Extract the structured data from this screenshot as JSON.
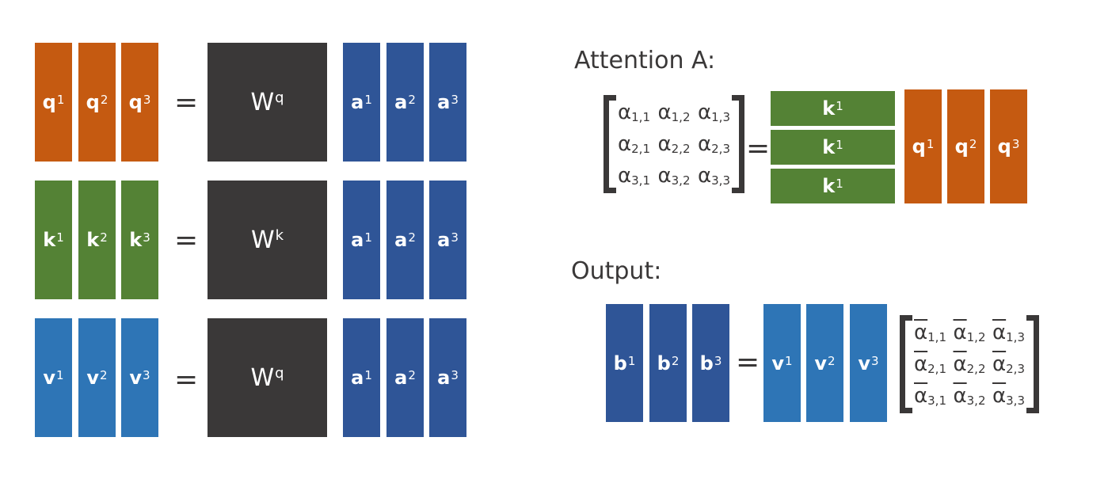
{
  "left_panel": {
    "rows": [
      {
        "outputs": [
          {
            "base": "q",
            "sup": "1"
          },
          {
            "base": "q",
            "sup": "2"
          },
          {
            "base": "q",
            "sup": "3"
          }
        ],
        "equals": "=",
        "weight": {
          "base": "W",
          "sup": "q"
        },
        "inputs": [
          {
            "base": "a",
            "sup": "1"
          },
          {
            "base": "a",
            "sup": "2"
          },
          {
            "base": "a",
            "sup": "3"
          }
        ]
      },
      {
        "outputs": [
          {
            "base": "k",
            "sup": "1"
          },
          {
            "base": "k",
            "sup": "2"
          },
          {
            "base": "k",
            "sup": "3"
          }
        ],
        "equals": "=",
        "weight": {
          "base": "W",
          "sup": "k"
        },
        "inputs": [
          {
            "base": "a",
            "sup": "1"
          },
          {
            "base": "a",
            "sup": "2"
          },
          {
            "base": "a",
            "sup": "3"
          }
        ]
      },
      {
        "outputs": [
          {
            "base": "v",
            "sup": "1"
          },
          {
            "base": "v",
            "sup": "2"
          },
          {
            "base": "v",
            "sup": "3"
          }
        ],
        "equals": "=",
        "weight": {
          "base": "W",
          "sup": "q"
        },
        "inputs": [
          {
            "base": "a",
            "sup": "1"
          },
          {
            "base": "a",
            "sup": "2"
          },
          {
            "base": "a",
            "sup": "3"
          }
        ]
      }
    ]
  },
  "attention": {
    "heading": "Attention A:",
    "matrix": [
      [
        {
          "base": "α",
          "sub": "1,1"
        },
        {
          "base": "α",
          "sub": "1,2"
        },
        {
          "base": "α",
          "sub": "1,3"
        }
      ],
      [
        {
          "base": "α",
          "sub": "2,1"
        },
        {
          "base": "α",
          "sub": "2,2"
        },
        {
          "base": "α",
          "sub": "2,3"
        }
      ],
      [
        {
          "base": "α",
          "sub": "3,1"
        },
        {
          "base": "α",
          "sub": "3,2"
        },
        {
          "base": "α",
          "sub": "3,3"
        }
      ]
    ],
    "equals": "=",
    "keys": [
      {
        "base": "k",
        "sup": "1"
      },
      {
        "base": "k",
        "sup": "1"
      },
      {
        "base": "k",
        "sup": "1"
      }
    ],
    "queries": [
      {
        "base": "q",
        "sup": "1"
      },
      {
        "base": "q",
        "sup": "2"
      },
      {
        "base": "q",
        "sup": "3"
      }
    ]
  },
  "output": {
    "heading": "Output:",
    "outputs": [
      {
        "base": "b",
        "sup": "1"
      },
      {
        "base": "b",
        "sup": "2"
      },
      {
        "base": "b",
        "sup": "3"
      }
    ],
    "equals": "=",
    "values": [
      {
        "base": "v",
        "sup": "1"
      },
      {
        "base": "v",
        "sup": "2"
      },
      {
        "base": "v",
        "sup": "3"
      }
    ],
    "matrix": [
      [
        {
          "base": "α",
          "sub": "1,1"
        },
        {
          "base": "α",
          "sub": "1,2"
        },
        {
          "base": "α",
          "sub": "1,3"
        }
      ],
      [
        {
          "base": "α",
          "sub": "2,1"
        },
        {
          "base": "α",
          "sub": "2,2"
        },
        {
          "base": "α",
          "sub": "2,3"
        }
      ],
      [
        {
          "base": "α",
          "sub": "3,1"
        },
        {
          "base": "α",
          "sub": "3,2"
        },
        {
          "base": "α",
          "sub": "3,3"
        }
      ]
    ]
  },
  "colors": {
    "query": "#c55a11",
    "key": "#548235",
    "value": "#2e75b6",
    "input": "#2f5597",
    "weight": "#3a3838",
    "text": "#3a3838"
  }
}
